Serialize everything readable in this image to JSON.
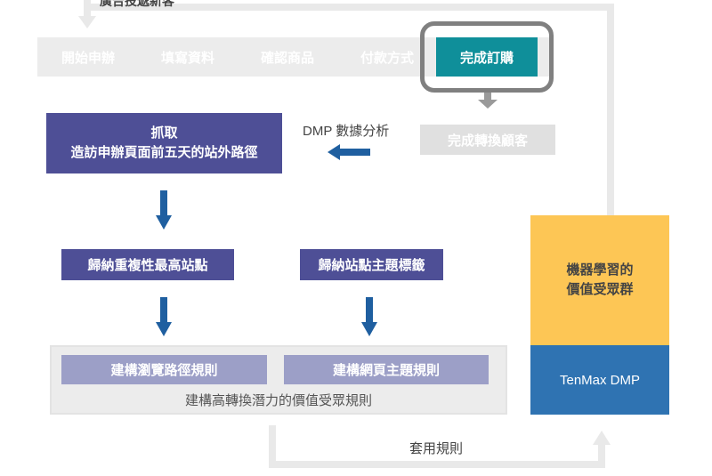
{
  "top_label": "廣告投遞新客",
  "steps": [
    "開始申辦",
    "填寫資料",
    "確認商品",
    "付款方式",
    "完成訂購"
  ],
  "converted_customer": "完成轉換顧客",
  "dmp_analysis": "DMP 數據分析",
  "capture_box": {
    "line1": "抓取",
    "line2": "造訪申辦頁面前五天的站外路徑"
  },
  "group_sites": "歸納重複性最高站點",
  "group_tags": "歸納站點主題標籤",
  "rule_path": "建構瀏覽路徑規則",
  "rule_topic": "建構網頁主題規則",
  "panel_caption": "建構高轉換潛力的價值受眾規則",
  "ml_box": {
    "line1": "機器學習的",
    "line2": "價值受眾群"
  },
  "dmp_box": "TenMax DMP",
  "apply_rules": "套用規則",
  "colors": {
    "active_step": "#0f8f9a",
    "purple": "#4e4f96",
    "lavender": "#9c9fc7",
    "arrow_blue": "#1f5fa0",
    "ml_yellow": "#fdc655",
    "dmp_blue": "#2f73b2"
  }
}
